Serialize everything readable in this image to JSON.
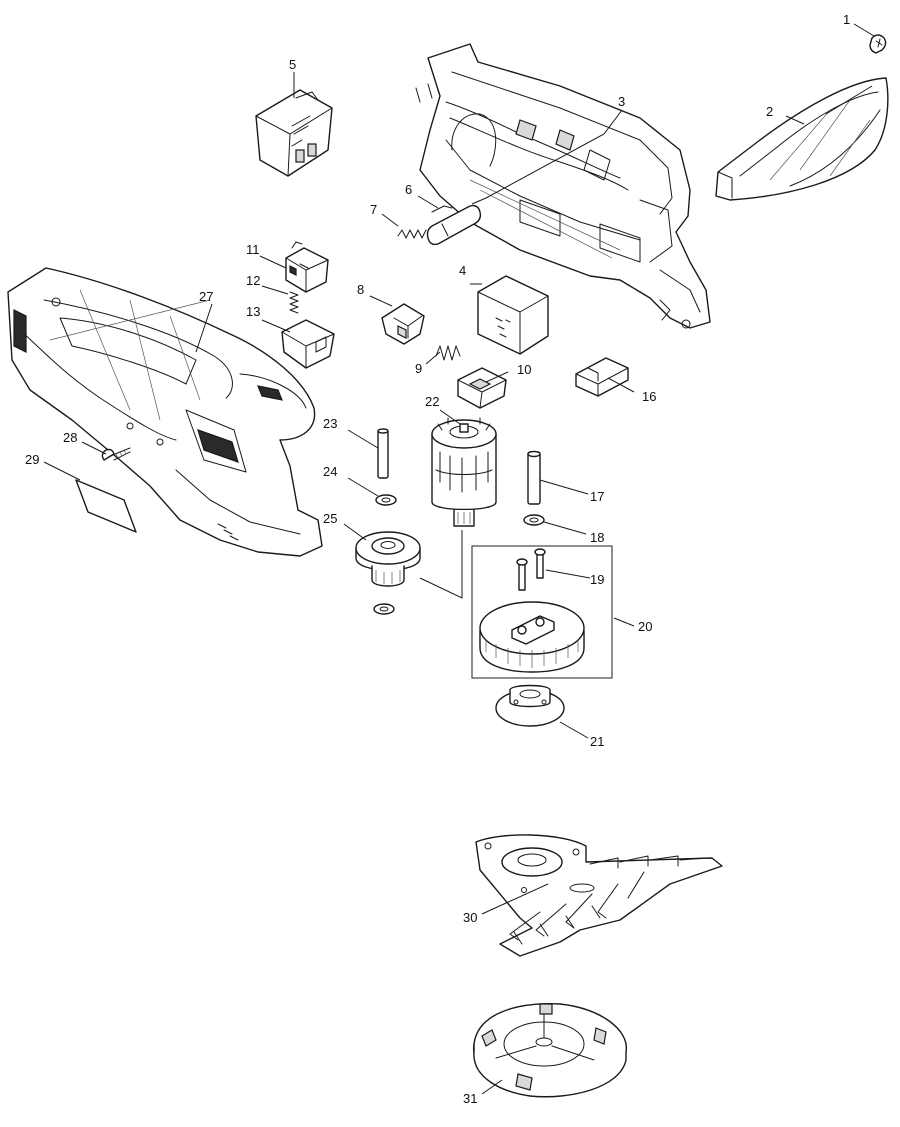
{
  "parts": [
    {
      "id": "p1",
      "label": "1"
    },
    {
      "id": "p2",
      "label": "2"
    },
    {
      "id": "p3",
      "label": "3"
    },
    {
      "id": "p4",
      "label": "4"
    },
    {
      "id": "p5",
      "label": "5"
    },
    {
      "id": "p6",
      "label": "6"
    },
    {
      "id": "p7",
      "label": "7"
    },
    {
      "id": "p8",
      "label": "8"
    },
    {
      "id": "p9",
      "label": "9"
    },
    {
      "id": "p10",
      "label": "10"
    },
    {
      "id": "p11",
      "label": "11"
    },
    {
      "id": "p12",
      "label": "12"
    },
    {
      "id": "p13",
      "label": "13"
    },
    {
      "id": "p16",
      "label": "16"
    },
    {
      "id": "p17",
      "label": "17"
    },
    {
      "id": "p18",
      "label": "18"
    },
    {
      "id": "p19",
      "label": "19"
    },
    {
      "id": "p20",
      "label": "20"
    },
    {
      "id": "p21",
      "label": "21"
    },
    {
      "id": "p22",
      "label": "22"
    },
    {
      "id": "p23",
      "label": "23"
    },
    {
      "id": "p24",
      "label": "24"
    },
    {
      "id": "p25",
      "label": "25"
    },
    {
      "id": "p27",
      "label": "27"
    },
    {
      "id": "p28",
      "label": "28"
    },
    {
      "id": "p29",
      "label": "29"
    },
    {
      "id": "p30",
      "label": "30"
    },
    {
      "id": "p31",
      "label": "31"
    }
  ],
  "colors": {
    "line": "#1a1a1a",
    "background": "#ffffff",
    "shade": "#d9d9d9"
  }
}
